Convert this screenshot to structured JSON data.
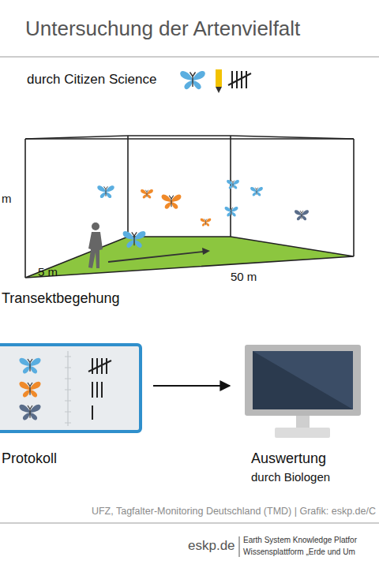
{
  "diagram": {
    "title": "Untersuchung der Artenvielfalt",
    "nodes": [
      {
        "text": [
          "Transektbegehung"
        ]
      },
      {
        "text": [
          "Protokoll"
        ]
      },
      {
        "text": [
          "Auswertung",
          "durch Biologen"
        ]
      }
    ],
    "edges": [
      {
        "from": 1,
        "to": 2,
        "arrow": "to"
      }
    ],
    "labels": [
      "durch Citizen Science",
      "m",
      "5 m",
      "50 m",
      "UFZ, Tagfalter-Monitoring Deutschland (TMD) | Grafik: eskp.de/C",
      "eskp.de",
      "Earth System Knowledge Platfor",
      "Wissensplattform „Erde und Um"
    ]
  }
}
